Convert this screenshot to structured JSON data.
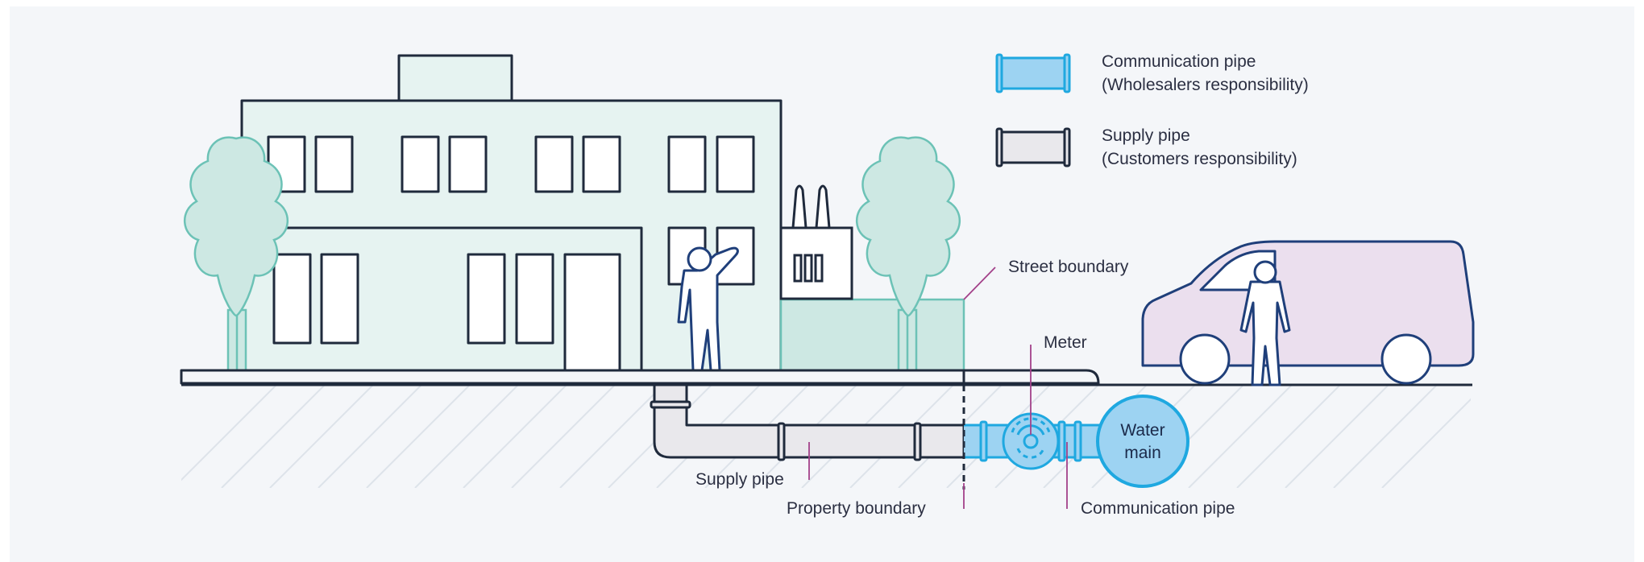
{
  "colors": {
    "background": "#f4f6f9",
    "outline": "#1f2a3c",
    "building_fill": "#e6f3f1",
    "tree_fill": "#cde8e3",
    "tree_stroke": "#6cc2b6",
    "communication_pipe": "#9dd3f2",
    "communication_stroke": "#1fa8e0",
    "supply_pipe": "#e9e8ec",
    "van_fill": "#ebdfee",
    "van_stroke": "#1f3f7a",
    "leader_line": "#a3418a"
  },
  "legend": [
    {
      "icon": "communication-pipe-swatch",
      "line1": "Communication pipe",
      "line2": "(Wholesalers responsibility)"
    },
    {
      "icon": "supply-pipe-swatch",
      "line1": "Supply pipe",
      "line2": "(Customers responsibility)"
    }
  ],
  "labels": {
    "street_boundary": "Street boundary",
    "meter": "Meter",
    "supply_pipe": "Supply pipe",
    "property_boundary": "Property boundary",
    "communication_pipe": "Communication pipe",
    "water_main_line1": "Water",
    "water_main_line2": "main"
  }
}
